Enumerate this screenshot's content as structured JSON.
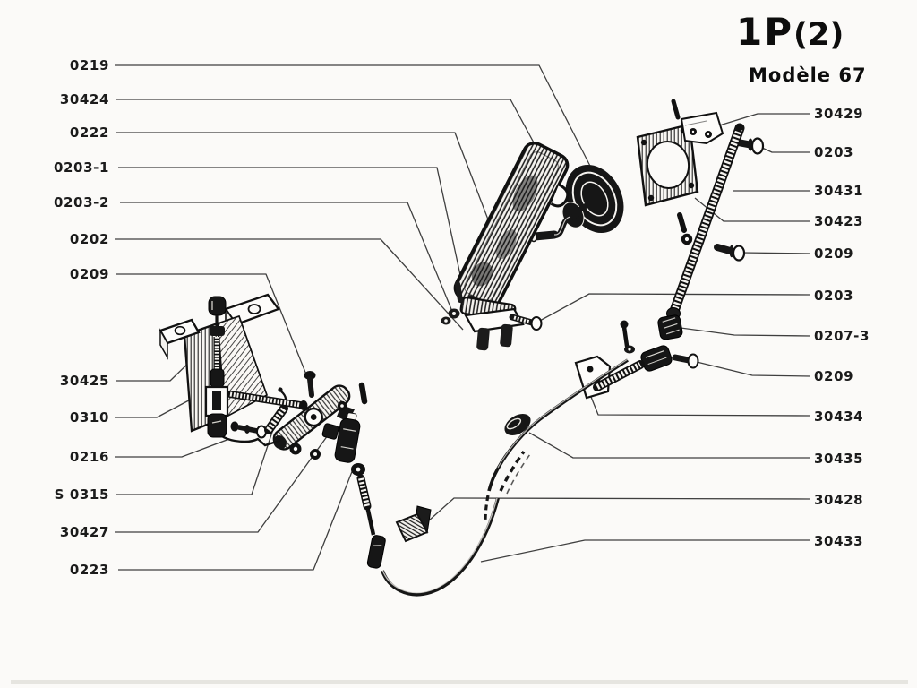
{
  "header": {
    "plate_code": "1P",
    "plate_code_suffix": "(2)",
    "model_label": "Modèle 67"
  },
  "labels": {
    "left": [
      "0219",
      "30424",
      "0222",
      "0203-1",
      "0203-2",
      "0202",
      "0209",
      "30425",
      "0310",
      "0216",
      "S 0315",
      "30427",
      "0223"
    ],
    "right": [
      "30429",
      "0203",
      "30431",
      "30423",
      "0209",
      "0203",
      "0207-3",
      "0209",
      "30434",
      "30435",
      "30428",
      "30433"
    ]
  },
  "figure": {
    "ink_color": "#1b1b1b",
    "paper_color": "#fbfaf8"
  }
}
